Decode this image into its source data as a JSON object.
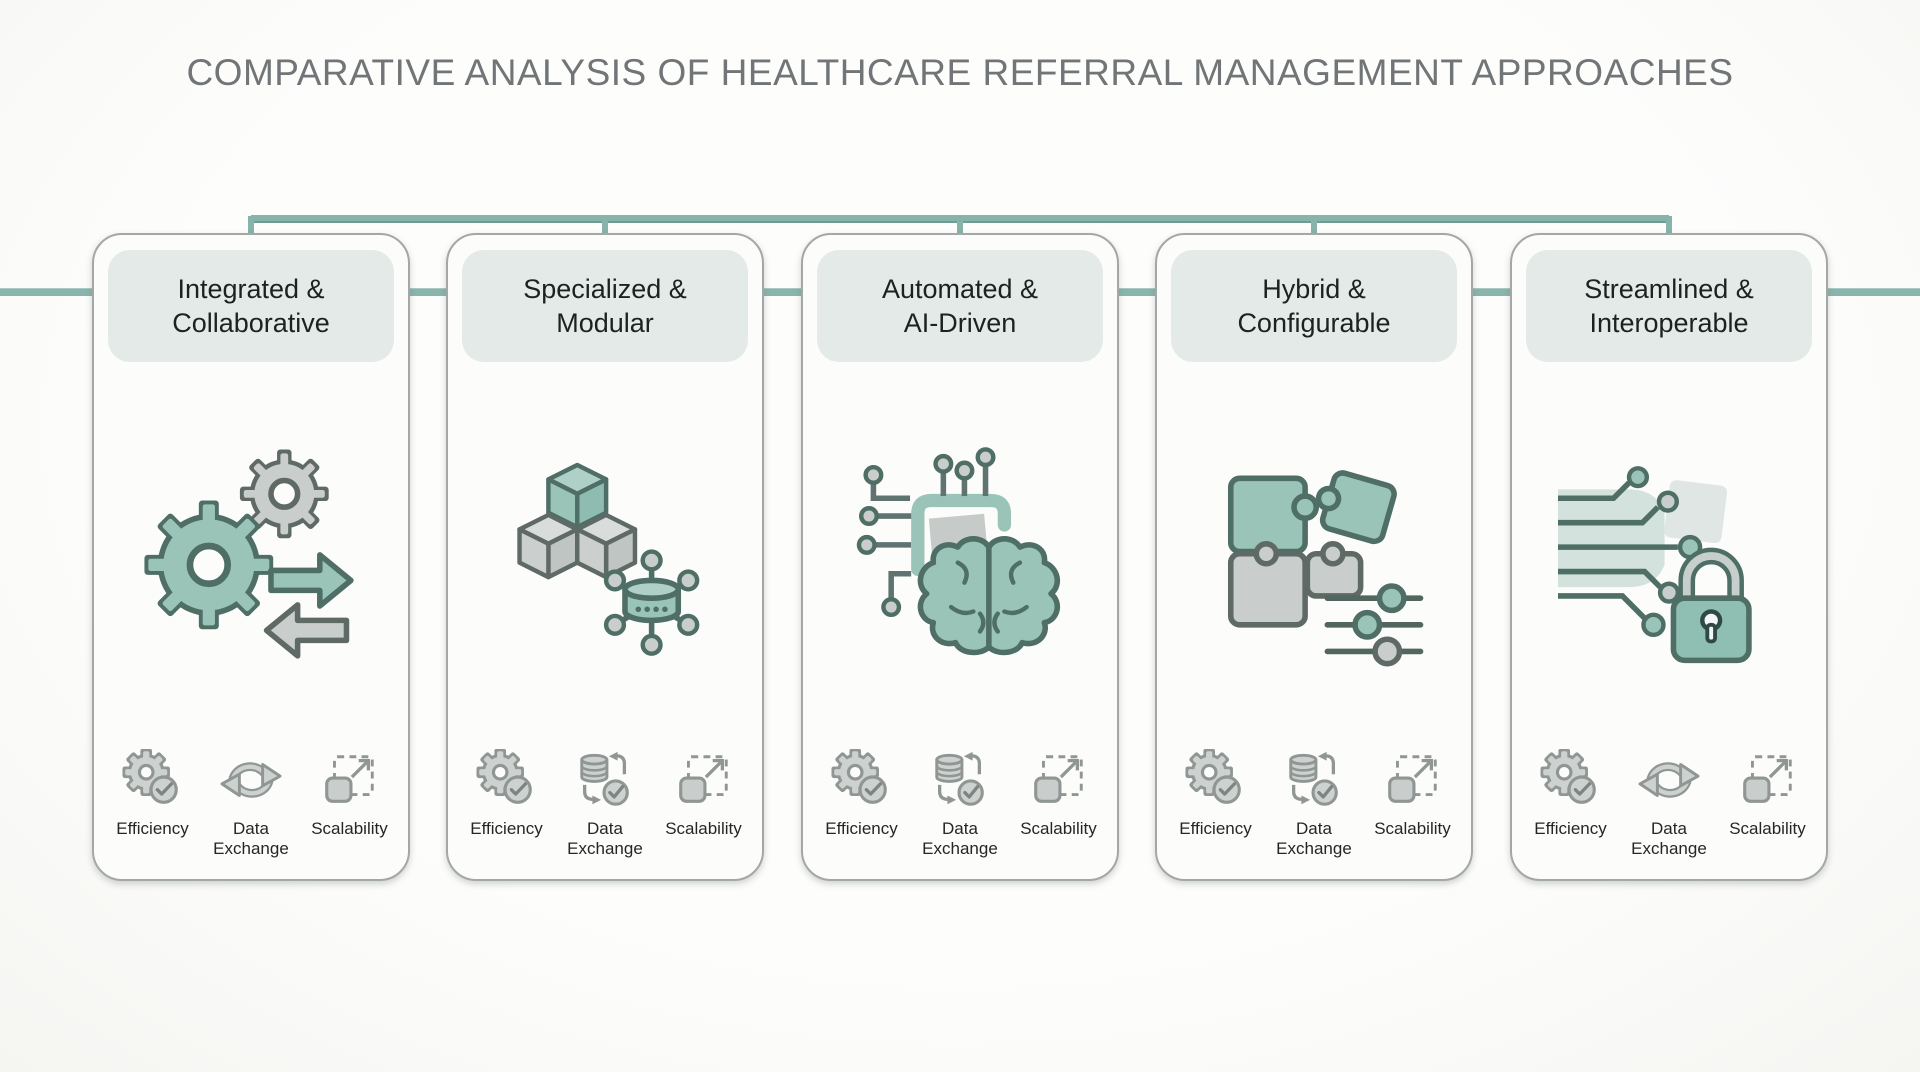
{
  "title": "COMPARATIVE ANALYSIS OF HEALTHCARE REFERRAL MANAGEMENT APPROACHES",
  "colors": {
    "teal_fill": "#9bc4b8",
    "teal_stroke": "#4e6e66",
    "gray_fill": "#c9cdcc",
    "gray_stroke": "#8f9694",
    "connector_line": "#87b3ab",
    "header_bg": "#e3eae7",
    "card_border": "#a3a8a6",
    "title_text": "#717577",
    "header_text": "#1d2221",
    "label_text": "#242726"
  },
  "cards": [
    {
      "id": "integrated-collaborative",
      "title_line1": "Integrated &",
      "title_line2": "Collaborative",
      "main_icon": "gears-exchange-icon",
      "metrics": [
        {
          "label": "Efficiency",
          "icon": "efficiency-gear-check-icon"
        },
        {
          "label": "Data Exchange",
          "icon": "cycle-arrows-icon"
        },
        {
          "label": "Scalability",
          "icon": "expand-dashed-icon"
        }
      ]
    },
    {
      "id": "specialized-modular",
      "title_line1": "Specialized &",
      "title_line2": "Modular",
      "main_icon": "modular-cubes-network-icon",
      "metrics": [
        {
          "label": "Efficiency",
          "icon": "efficiency-gear-check-icon"
        },
        {
          "label": "Data Exchange",
          "icon": "database-sync-icon"
        },
        {
          "label": "Scalability",
          "icon": "expand-dashed-icon"
        }
      ]
    },
    {
      "id": "automated-ai-driven",
      "title_line1": "Automated &",
      "title_line2": "AI-Driven",
      "main_icon": "ai-chip-brain-icon",
      "metrics": [
        {
          "label": "Efficiency",
          "icon": "efficiency-gear-check-icon"
        },
        {
          "label": "Data Exchange",
          "icon": "database-sync-icon"
        },
        {
          "label": "Scalability",
          "icon": "expand-dashed-icon"
        }
      ]
    },
    {
      "id": "hybrid-configurable",
      "title_line1": "Hybrid &",
      "title_line2": "Configurable",
      "main_icon": "puzzle-sliders-icon",
      "metrics": [
        {
          "label": "Efficiency",
          "icon": "efficiency-gear-check-icon"
        },
        {
          "label": "Data Exchange",
          "icon": "database-sync-icon"
        },
        {
          "label": "Scalability",
          "icon": "expand-dashed-icon"
        }
      ]
    },
    {
      "id": "streamlined-interoperable",
      "title_line1": "Streamlined &",
      "title_line2": "Interoperable",
      "main_icon": "circuit-lock-icon",
      "metrics": [
        {
          "label": "Efficiency",
          "icon": "efficiency-gear-check-icon"
        },
        {
          "label": "Data Exchange",
          "icon": "cycle-arrows-icon"
        },
        {
          "label": "Scalability",
          "icon": "expand-dashed-icon"
        }
      ]
    }
  ]
}
